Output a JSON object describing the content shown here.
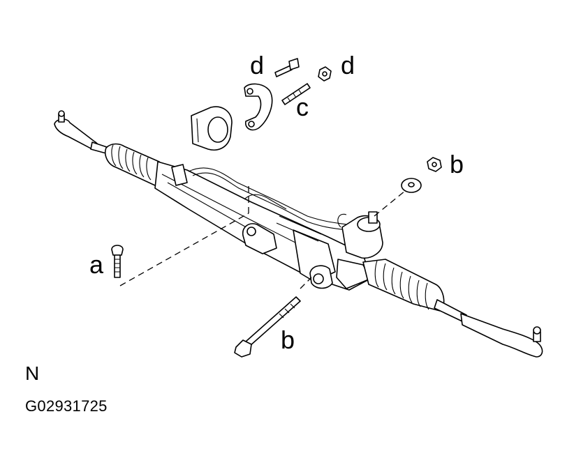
{
  "labels": {
    "d_left": "d",
    "d_right": "d",
    "c": "c",
    "b_top": "b",
    "a": "a",
    "b_bottom": "b"
  },
  "orientation_mark": "N",
  "figure_id": "G02931725",
  "colors": {
    "ink": "#000000",
    "background": "#ffffff"
  }
}
